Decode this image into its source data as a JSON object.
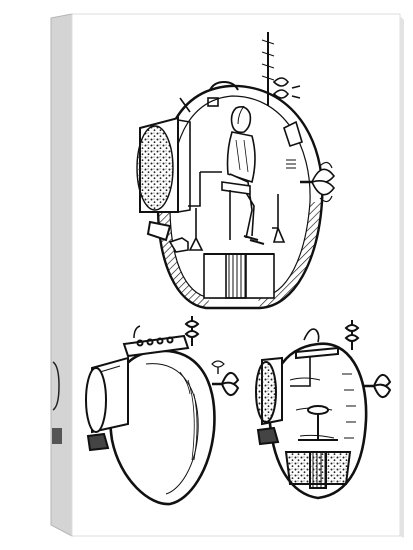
{
  "artwork": {
    "subject": "turtle-submarine-cutaway-engraving",
    "figures": [
      "cutaway-with-operator",
      "exterior-view",
      "interior-section-view"
    ],
    "colors": {
      "background": "#ffffff",
      "canvas": "#ffffff",
      "ink": "#111111",
      "shadow": "#c9c9c9"
    }
  }
}
